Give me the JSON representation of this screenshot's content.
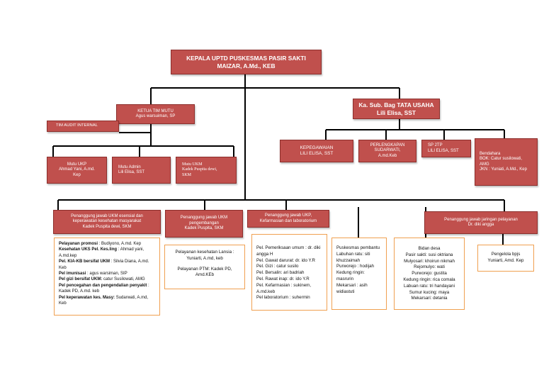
{
  "head": {
    "line1": "KEPALA UPTD PUSKESMAS PASIR SAKTI",
    "line2": "MAIZAR, A.Md., KEB"
  },
  "ketua_mutu": {
    "line1": "KETUA TIM MUTU",
    "line2": "Agus warsuiman, SP"
  },
  "tim_audit": {
    "label": "TIM AUDIT INTERNAL"
  },
  "ka_sub_bag": {
    "line1": "Ka. Sub. Bag TATA USAHA",
    "line2": "Lili Elisa, SST"
  },
  "mutu_ukp": {
    "line1": "Mutu UKP",
    "line2": "Ahmad Yani, A.md.",
    "line3": "Kep"
  },
  "mutu_admin": {
    "line1": "Mutu Admin",
    "line2": "Lili Elisa, SST"
  },
  "mutu_ukm": {
    "line1": "Mutu UKM",
    "line2": "Kadek Puspita dewi,",
    "line3": "SKM"
  },
  "kepegawaian": {
    "line1": "KEPEGAWAIAN",
    "line2": "LILI ELISA, SST"
  },
  "perlengkapan": {
    "line1": "PERLENGKAPAN",
    "line2": "SUDARWATI,",
    "line3": "A.md.Keb"
  },
  "sp2tp": {
    "line1": "SP 2TP",
    "line2": "LILI ELISA, SST"
  },
  "bendahara": {
    "line1": "Bendahara",
    "line2": "BOK: Catur susilowati,",
    "line3": "AMG",
    "line4": "JKN : Yuniati, A.Md., Kep"
  },
  "pj_ukm_esensial": {
    "line1": "Penanggung jawab UKM esensial dan",
    "line2": "keperawatan kesehatan masyarakat",
    "line3": "Kadek Puspita dewi, SKM"
  },
  "pj_ukm_pengembangan": {
    "line1": "Penanggung jawab UKM",
    "line2": "pengembangan",
    "line3": "Kadek Puspita, SKM"
  },
  "pj_ukp": {
    "line1": "Penanggung jawab UKP,",
    "line2": "Kefarmasian dan laboratorium"
  },
  "pj_jaringan": {
    "line1": "Penanggung jawab jaringan pelayanan",
    "line2": "Dr. diki angga"
  },
  "list_ukm_esensial": [
    {
      "b": "Pelayanan promosi",
      "t": " : Budiyono, A.md. Kep"
    },
    {
      "b": "Kesehatan UKS Pel. Kes.ling",
      "t": " : Ahmad yani, A.md.kep"
    },
    {
      "b": "Pel. KIA-KB bersifat UKM",
      "t": " : Silvia Diana, A.md. Keb"
    },
    {
      "b": "Pel imunisasi",
      "t": " : agus warsiman, SIP"
    },
    {
      "b": "Pel gizi bersifat UKM:",
      "t": " catur Susilowati, AMG"
    },
    {
      "b": "Pel pencegahan dan pengendalian penyakit",
      "t": " : Kadek PD, A.md. keb"
    },
    {
      "b": "Pel keperawatan kes. Masy:",
      "t": " Sudarwati, A.md, Keb"
    }
  ],
  "list_ukm_pengembangan": {
    "p1": "Pelayanan kesehatan Lansia : Yuniarti, A.md, keb",
    "p2": "Pelayanan PTM: Kadek PD, Amd.KEb"
  },
  "list_ukp": [
    "Pel. Pemeriksaan umum : dr. diki angga H",
    "Pel. Gawat darurat: dr. ido Y.R",
    "Pel. Gizi : catur susilo",
    "Pel. Bersalin: ari badriah",
    "Pel. Rawat inap: dr. ido Y.R",
    "Pel. Kefarmasian : sukinem, A.md.keb",
    "Pel laboratorium : suhermin"
  ],
  "list_pustu": [
    "Puskesmas pembantu",
    "Labuhan ratu: siti khuzzaimah",
    "Purworejo : hodijah",
    "Kedung ringin: masrurin",
    "Mekarsari : asih widiastuti"
  ],
  "list_bidan": [
    "Bidan desa",
    "Pasir sakti: susi oktriana",
    "Mulyosari: khoirun nikmah",
    "Rejomulyo: wati",
    "Purworejo: gustita",
    "Kedung ringin: rica comala",
    "Labuan ratu: tri handayani",
    "Sumur kucing: maya",
    "Mekarsari: detania"
  ],
  "list_bpjs": {
    "line1": "Pengelola bpjs",
    "line2": "Yuniarti, Amd. Kep"
  }
}
